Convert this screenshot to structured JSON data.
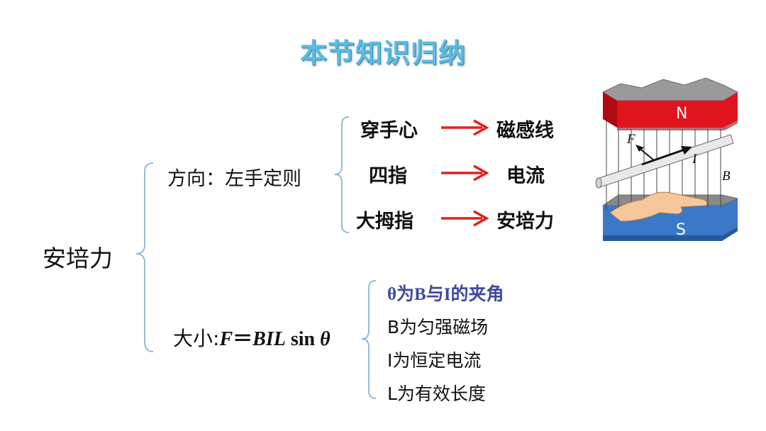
{
  "title": "本节知识归纳",
  "root_label": "安培力",
  "direction": {
    "label": "方向：左手定则",
    "mappings": [
      {
        "from": "穿手心",
        "to": "磁感线"
      },
      {
        "from": "四指",
        "to": "电流"
      },
      {
        "from": "大拇指",
        "to": "安培力"
      }
    ]
  },
  "magnitude": {
    "prefix": "大小:",
    "formula_F": "F",
    "formula_eq": "＝",
    "formula_BIL": "BIL",
    "formula_sin": " sin ",
    "formula_theta": "θ",
    "items": [
      "θ为B与I的夹角",
      "B为匀强磁场",
      "I为恒定电流",
      "L为有效长度"
    ]
  },
  "figure": {
    "north_label": "N",
    "south_label": "S",
    "force_label": "F",
    "current_label": "I",
    "field_label": "B"
  },
  "colors": {
    "title": "#5bbbe0",
    "arrow": "#e02020",
    "bracket": "#8ab4d0",
    "north_pole": "#e0141e",
    "south_pole": "#3a78c8",
    "first_item": "#3f4a9a"
  }
}
